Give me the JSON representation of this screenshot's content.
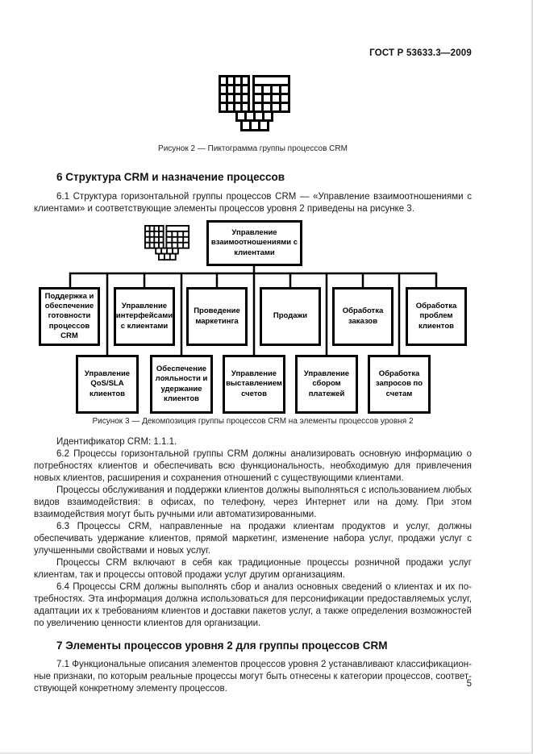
{
  "page": {
    "header": "ГОСТ Р 53633.3—2009",
    "page_number": "5"
  },
  "figure2": {
    "caption": "Рисунок 2 — Пиктограмма группы процессов CRM"
  },
  "section6": {
    "heading": "6  Структура CRM и назначение процессов",
    "p61": "6.1  Структура горизонтальной группы процессов CRM — «Управление взаимоотношениями с кли­ентами» и соответствующие элементы процессов уровня 2 приведены на рисунке 3."
  },
  "figure3": {
    "caption": "Рисунок 3 — Декомпозиция группы процессов CRM на элементы процессов уровня 2",
    "root": "Управление взаимоотношениями с клиентами",
    "row1": [
      "Поддержка и обеспечение готовности процессов CRM",
      "Управление интерфейсами с клиентами",
      "Проведение маркетинга",
      "Продажи",
      "Обработка заказов",
      "Обработка проблем клиентов"
    ],
    "row2": [
      "Управление QoS/SLA клиентов",
      "Обеспечение лояльности и удержание клиентов",
      "Управление выставлением счетов",
      "Управление сбором платежей",
      "Обработка запросов по счетам"
    ]
  },
  "body": {
    "identifier": "Идентификатор CRM: 1.1.1.",
    "p62": "6.2  Процессы горизонтальной группы CRM должны анализировать основную информацию о по­требностях клиентов и обеспечивать всю функциональность, необходимую для привлечения новых клиентов, расширения и сохранения отношений с существующими клиентами.",
    "p62b": "Процессы обслуживания и поддержки клиентов должны выполняться с использованием любых видов взаимодействия: в офисах, по телефону, через Интернет или на дому. При этом взаимодействия могут быть ручными или автоматизированными.",
    "p63": "6.3  Процессы CRM, направленные на продажи клиентам продуктов и услуг, должны обеспечивать удержание клиентов, прямой маркетинг, изменение набора услуг, продажи услуг с улучшенными свой­ствами и новых услуг.",
    "p63b": "Процессы CRM включают в себя как традиционные процессы розничной продажи услуг клиентам, так и процессы оптовой продажи услуг другим организациям.",
    "p64": "6.4  Процессы CRM должны выполнять сбор и анализ основных сведений о клиентах и их по­требностях. Эта информация должна использоваться для персонификации предоставляемых услуг, адаптации их к требованиям клиентов и доставки пакетов услуг, а также определения возможностей по увеличению ценности клиентов для организации."
  },
  "section7": {
    "heading": "7  Элементы процессов уровня 2 для группы процессов CRM",
    "p71": "7.1  Функциональные описания элементов процессов уровня 2 устанавливают классификацион­ные признаки, по которым реальные процессы могут быть отнесены к категории процессов, соответ­ствующей конкретному элементу процессов."
  }
}
